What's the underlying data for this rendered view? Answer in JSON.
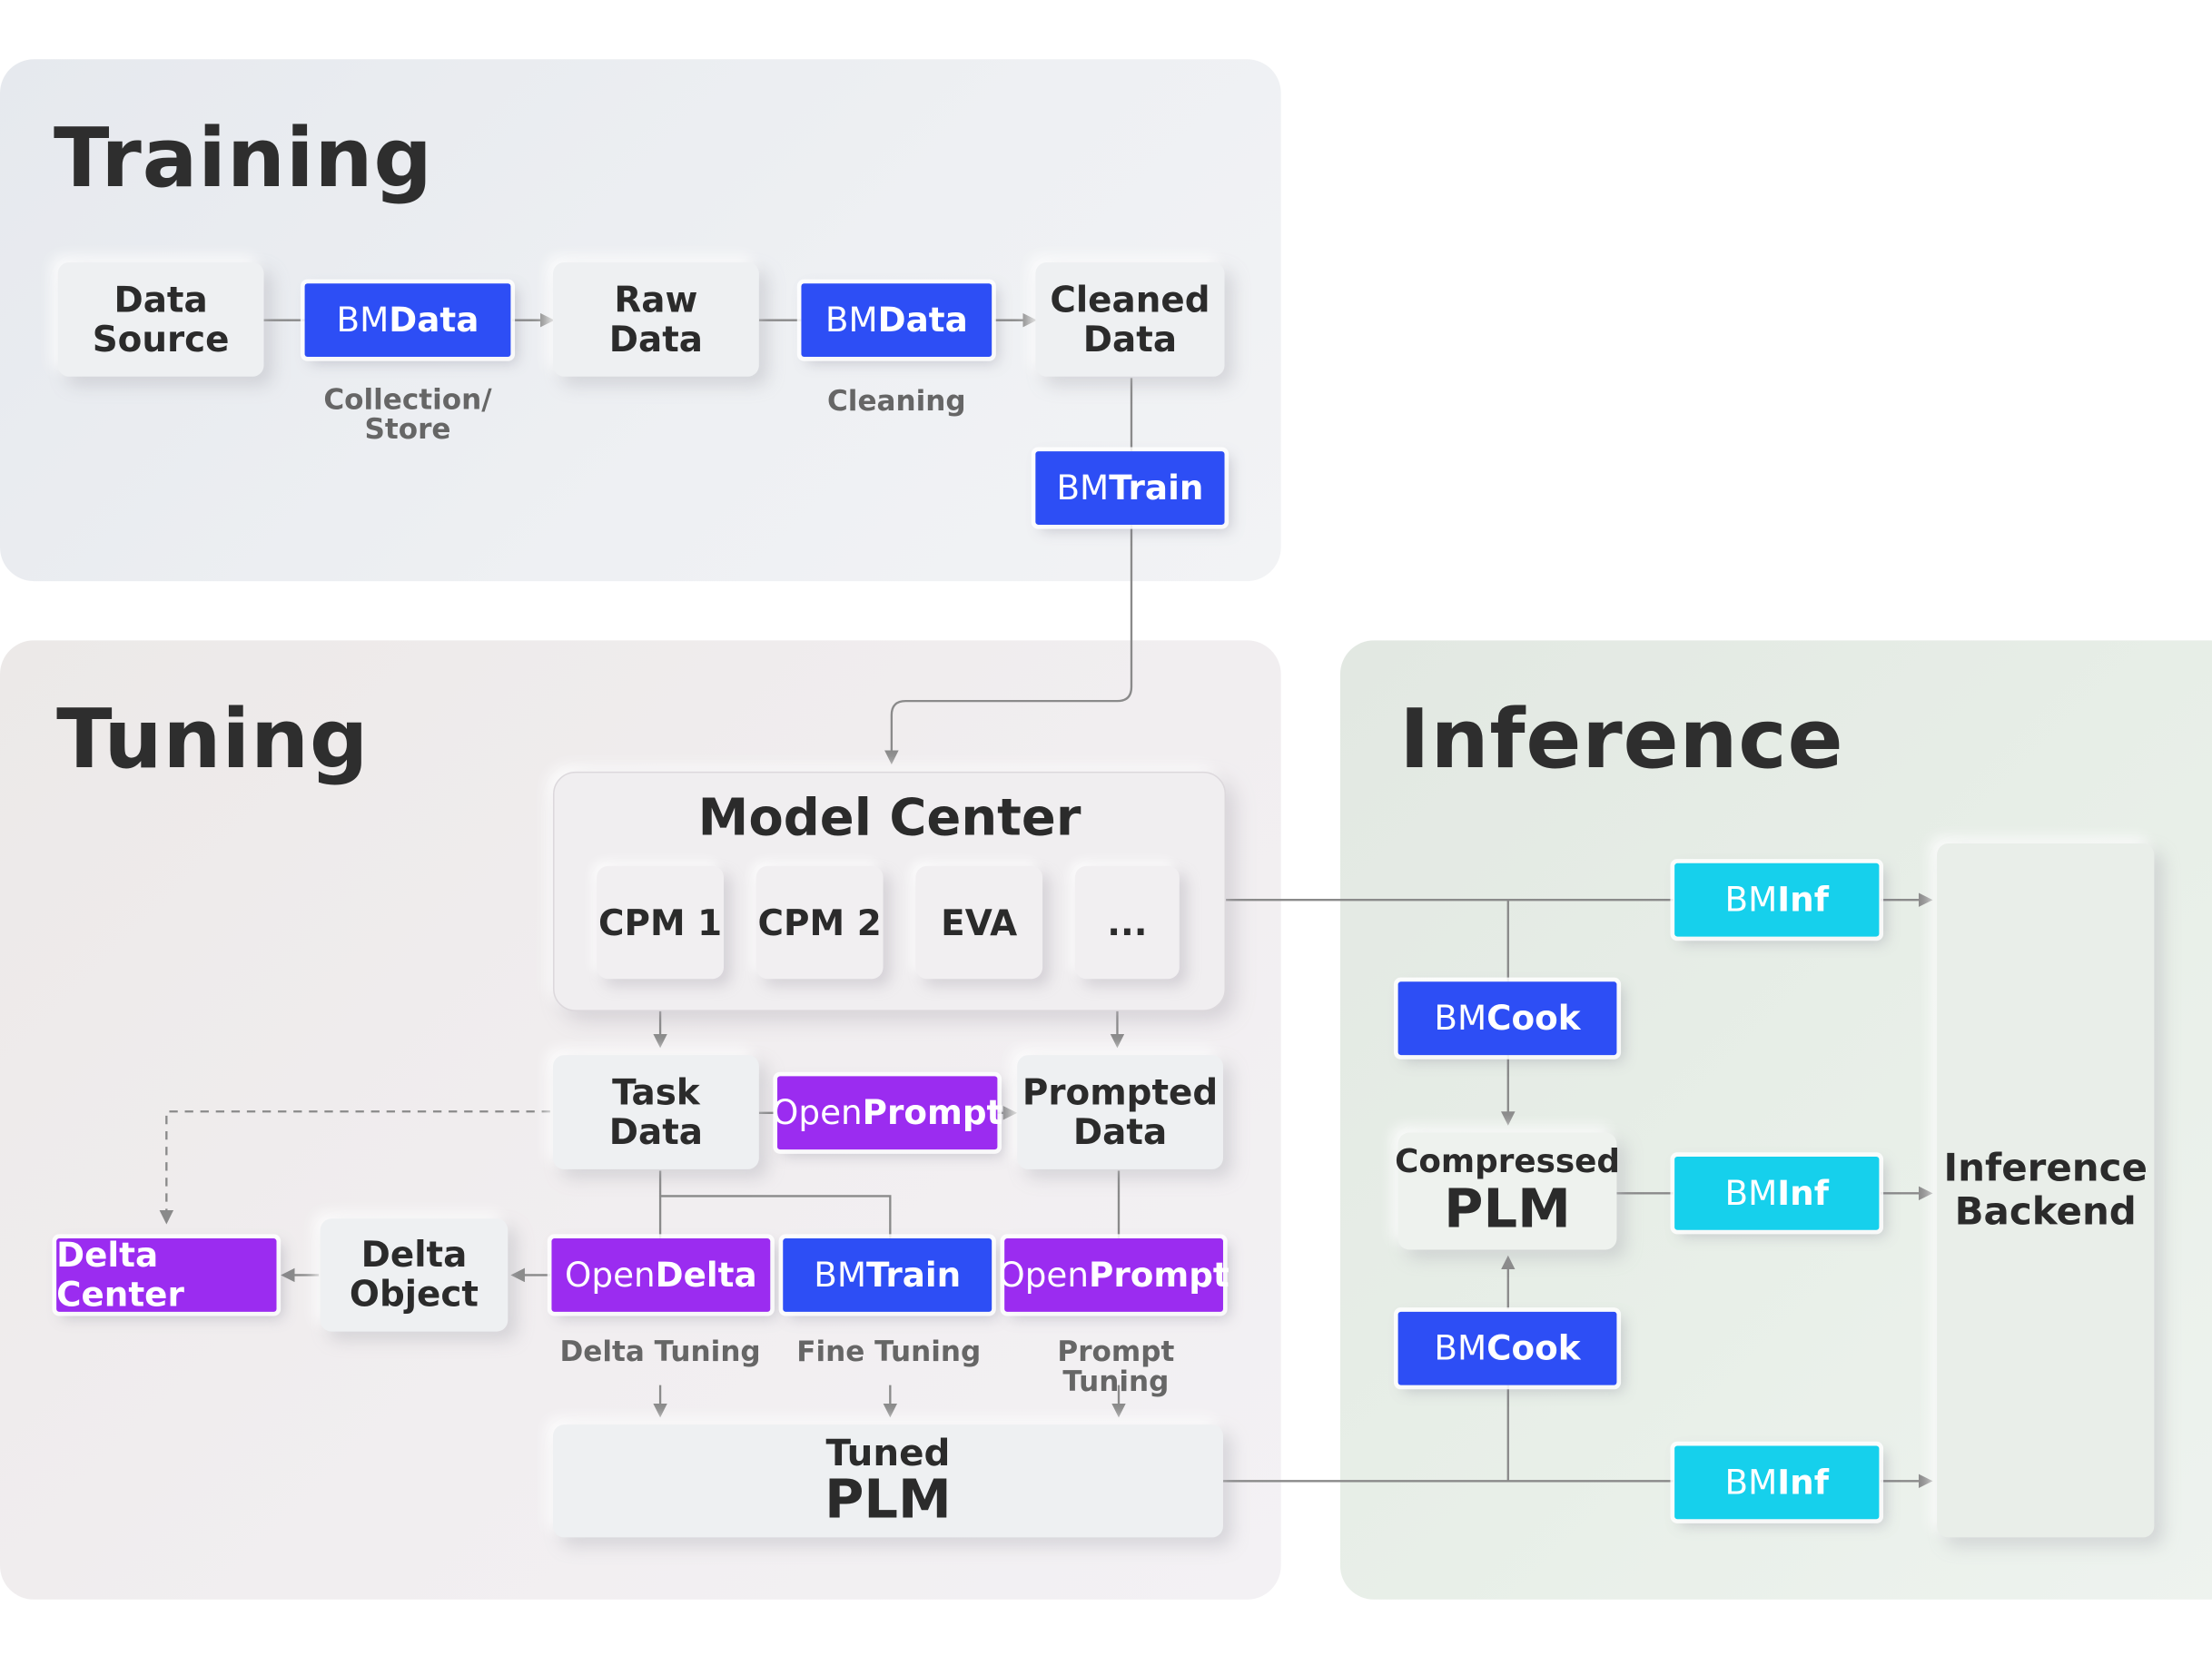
{
  "sections": {
    "training": "Training",
    "tuning": "Tuning",
    "inference": "Inference"
  },
  "training": {
    "data_source": "Data\nSource",
    "raw_data": "Raw\nData",
    "cleaned_data": "Cleaned\nData",
    "bmdata_1": {
      "prefix": "BM",
      "suffix": "Data"
    },
    "bmdata_2": {
      "prefix": "BM",
      "suffix": "Data"
    },
    "bmtrain": {
      "prefix": "BM",
      "suffix": "Train"
    },
    "caption_collection": "Collection/\nStore",
    "caption_cleaning": "Cleaning"
  },
  "tuning": {
    "model_center": "Model Center",
    "models": [
      "CPM 1",
      "CPM 2",
      "EVA",
      "..."
    ],
    "task_data": "Task\nData",
    "prompted_data": "Prompted\nData",
    "openprompt_1": {
      "prefix": "Open",
      "suffix": "Prompt"
    },
    "opendelta": {
      "prefix": "Open",
      "suffix": "Delta"
    },
    "bmtrain": {
      "prefix": "BM",
      "suffix": "Train"
    },
    "openprompt_2": {
      "prefix": "Open",
      "suffix": "Prompt"
    },
    "delta_center": "Delta Center",
    "delta_object": "Delta\nObject",
    "caption_delta": "Delta Tuning",
    "caption_fine": "Fine Tuning",
    "caption_prompt": "Prompt Tuning",
    "tuned_plm_small": "Tuned",
    "tuned_plm_big": "PLM"
  },
  "inference": {
    "bmcook_1": {
      "prefix": "BM",
      "suffix": "Cook"
    },
    "bmcook_2": {
      "prefix": "BM",
      "suffix": "Cook"
    },
    "compressed_small": "Compressed",
    "compressed_big": "PLM",
    "bminf_1": {
      "prefix": "BM",
      "suffix": "Inf"
    },
    "bminf_2": {
      "prefix": "BM",
      "suffix": "Inf"
    },
    "bminf_3": {
      "prefix": "BM",
      "suffix": "Inf"
    },
    "backend": "Inference\nBackend"
  },
  "colors": {
    "bm_blue": "#2d4ef5",
    "open_purple": "#9b2cf0",
    "bminf_cyan": "#16d0ec"
  }
}
